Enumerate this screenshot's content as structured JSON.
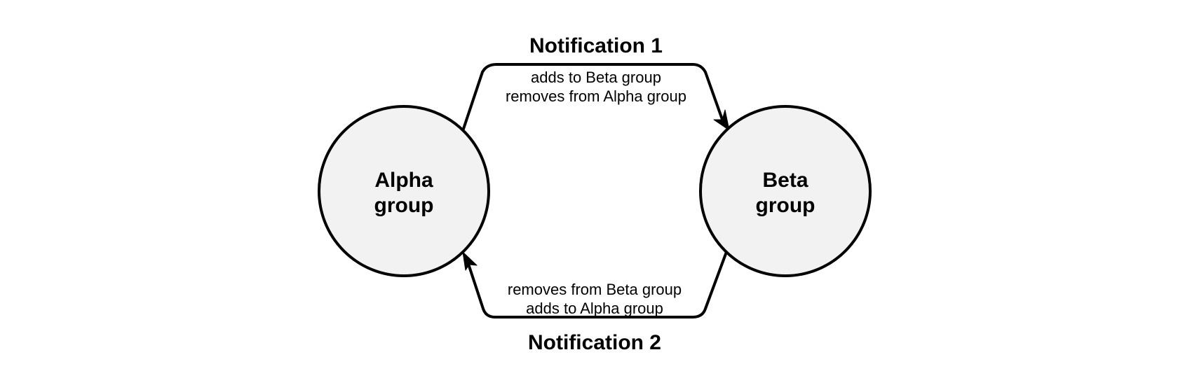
{
  "nodes": [
    {
      "label_line1": "Alpha",
      "label_line2": "group"
    },
    {
      "label_line1": "Beta",
      "label_line2": "group"
    }
  ],
  "edges": [
    {
      "title": "Notification 1",
      "line1": "adds to Beta group",
      "line2": "removes from Alpha group",
      "from": "Alpha group",
      "to": "Beta group"
    },
    {
      "title": "Notification 2",
      "line1": "removes from Beta group",
      "line2": "adds to Alpha group",
      "from": "Beta group",
      "to": "Alpha group"
    }
  ],
  "colors": {
    "node_fill": "#f2f2f2",
    "stroke": "#000000",
    "background": "#ffffff"
  }
}
